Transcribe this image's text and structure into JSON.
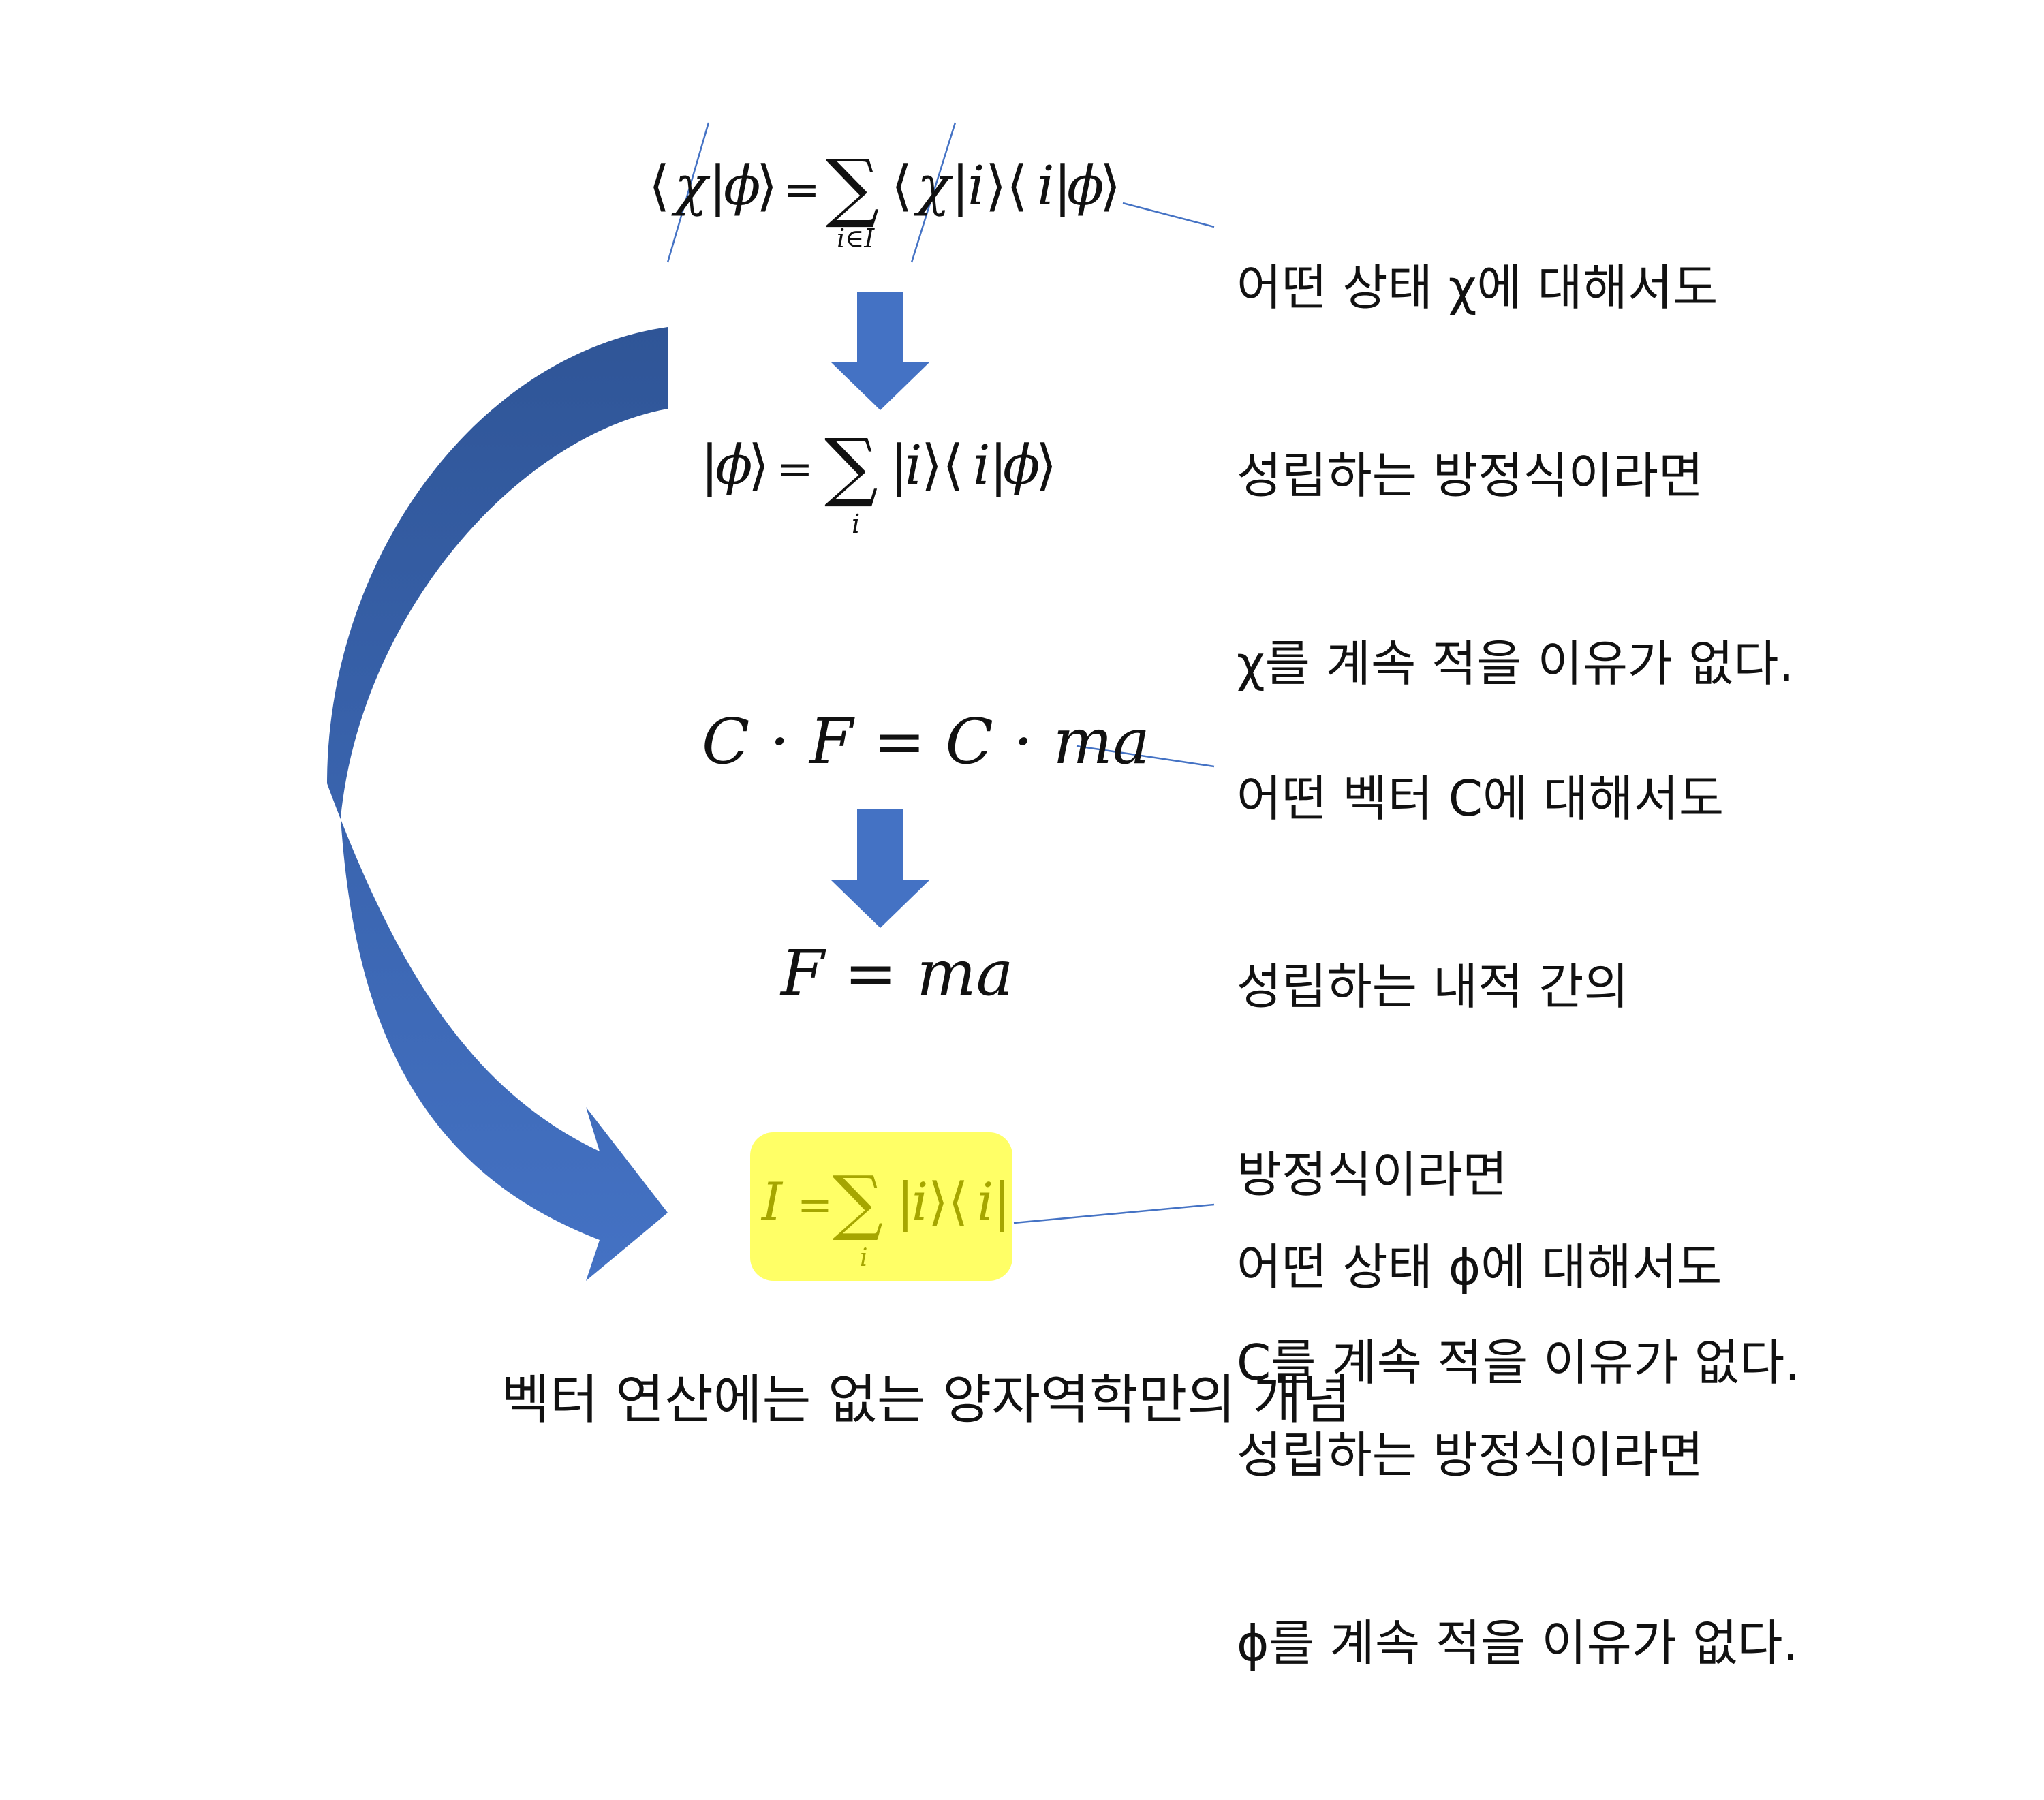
{
  "colors": {
    "arrow_blue": "#4472C4",
    "arrow_dark": "#2F5597",
    "connector": "#4472C4",
    "highlight": "#FFFF66",
    "highlight_text": "#A6A600"
  },
  "equations": {
    "eq1": {
      "chi": "χ",
      "phi": "ϕ",
      "sum_sub": "i∈I",
      "i": "i",
      "equals": "="
    },
    "eq2": {
      "phi": "ϕ",
      "sum_sub": "i",
      "i": "i",
      "equals": "="
    },
    "eq3": {
      "text": "C · F = C · ma"
    },
    "eq4": {
      "text": "F = ma"
    },
    "eq5": {
      "I": "I",
      "equals": "=",
      "sum_sub": "i",
      "i": "i"
    }
  },
  "notes": {
    "note1": [
      "어떤 상태 χ에 대해서도",
      "성립하는 방정식이라면",
      "χ를 계속 적을 이유가 없다."
    ],
    "note2": [
      "어떤 벡터 C에 대해서도",
      "성립하는 내적 간의",
      "방정식이라면",
      "C를 계속 적을 이유가 없다."
    ],
    "note3": [
      "어떤 상태 ϕ에 대해서도",
      "성립하는 방정식이라면",
      "ϕ를 계속 적을 이유가 없다."
    ]
  },
  "footer": "벡터 연산에는 없는 양자역학만의 개념"
}
